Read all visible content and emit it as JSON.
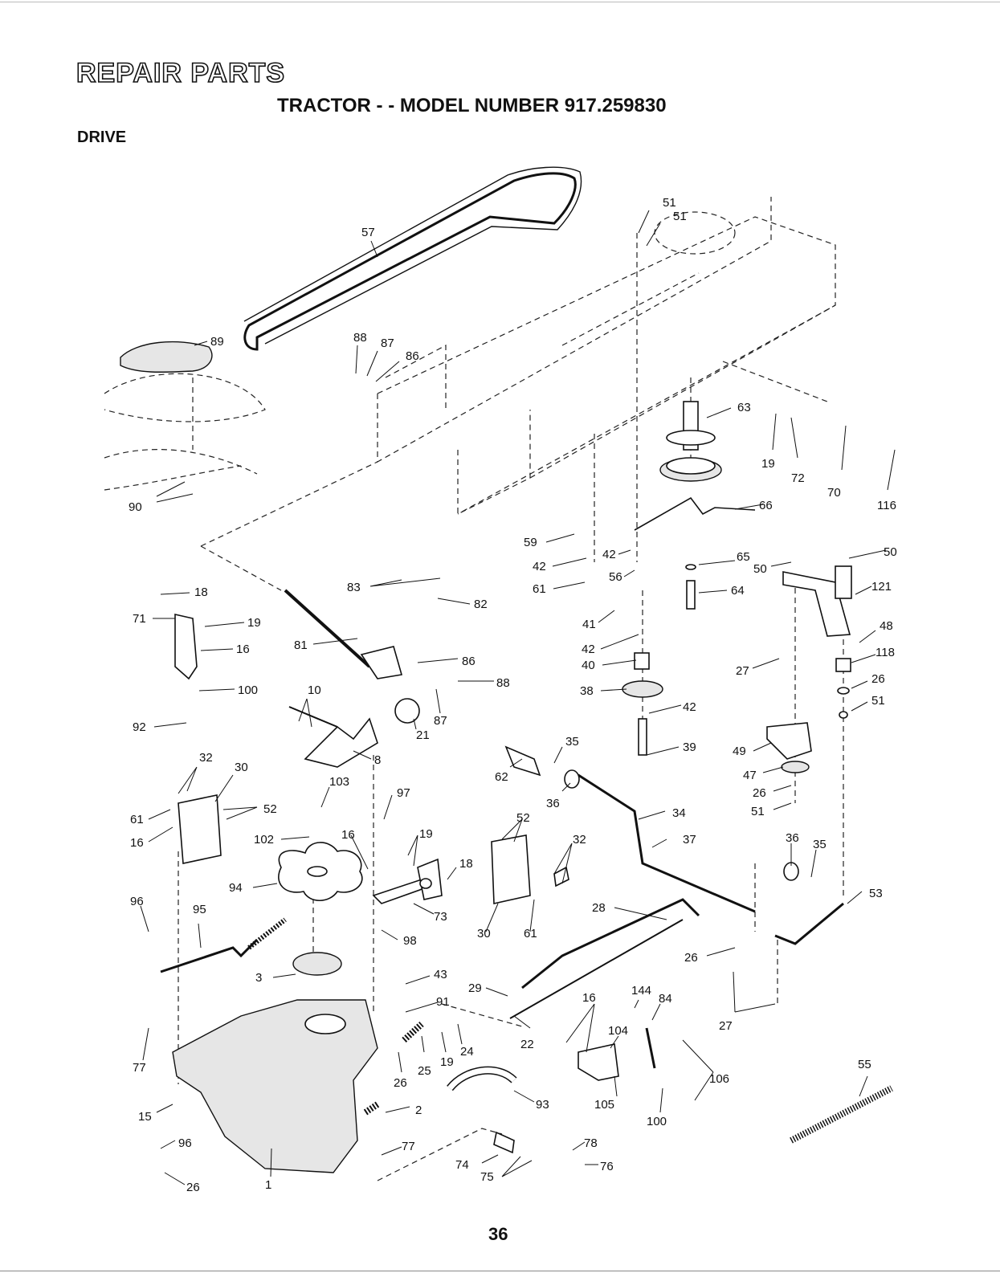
{
  "header": {
    "title": "REPAIR PARTS",
    "subtitle": "TRACTOR - - MODEL NUMBER 917.259830",
    "section": "DRIVE"
  },
  "page_number": "36",
  "callouts": [
    "57",
    "51",
    "51",
    "89",
    "88",
    "87",
    "86",
    "63",
    "19",
    "72",
    "70",
    "116",
    "90",
    "66",
    "59",
    "42",
    "42",
    "56",
    "65",
    "50",
    "50",
    "61",
    "64",
    "121",
    "18",
    "83",
    "82",
    "19",
    "71",
    "16",
    "81",
    "41",
    "48",
    "42",
    "86",
    "118",
    "40",
    "27",
    "88",
    "26",
    "100",
    "10",
    "87",
    "38",
    "42",
    "51",
    "92",
    "21",
    "39",
    "32",
    "30",
    "8",
    "35",
    "49",
    "62",
    "103",
    "97",
    "47",
    "36",
    "26",
    "61",
    "52",
    "34",
    "51",
    "52",
    "16",
    "102",
    "16",
    "19",
    "37",
    "36",
    "35",
    "32",
    "18",
    "94",
    "53",
    "96",
    "95",
    "73",
    "28",
    "30",
    "61",
    "98",
    "26",
    "3",
    "43",
    "29",
    "144",
    "16",
    "84",
    "91",
    "104",
    "27",
    "24",
    "22",
    "55",
    "77",
    "25",
    "19",
    "26",
    "106",
    "105",
    "93",
    "15",
    "2",
    "100",
    "96",
    "77",
    "78",
    "74",
    "76",
    "75",
    "26",
    "1"
  ]
}
